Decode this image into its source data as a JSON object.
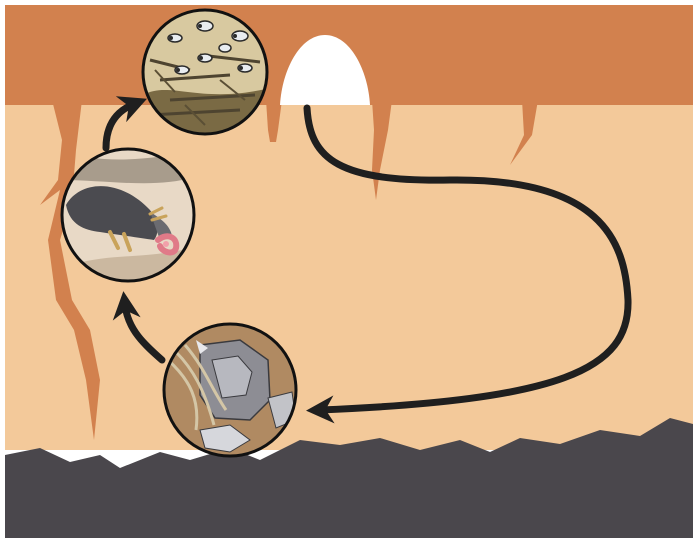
{
  "diagram": {
    "colors": {
      "topsoil": "#d2814e",
      "subsoil": "#f3c99a",
      "bedrock": "#4a474c",
      "roots": "#d2814e",
      "arrow": "#1f1f1f",
      "circle_border": "#111111",
      "entrance": "#ffffff"
    },
    "layers": [
      {
        "name": "topsoil"
      },
      {
        "name": "subsoil"
      },
      {
        "name": "bedrock"
      }
    ],
    "vignettes": [
      {
        "name": "insects-in-leaf-litter",
        "icon": "insect-larvae-in-soil"
      },
      {
        "name": "mole-eating-worm",
        "icon": "mole-with-earthworm"
      },
      {
        "name": "stones-and-roots",
        "icon": "rocks-and-roots"
      }
    ],
    "arrows": [
      {
        "from": "burrow-entrance",
        "to": "stones-and-roots",
        "style": "long-curve"
      },
      {
        "from": "stones-and-roots",
        "to": "mole-eating-worm",
        "style": "short-curve"
      },
      {
        "from": "mole-eating-worm",
        "to": "insects-in-leaf-litter",
        "style": "short-curve"
      }
    ]
  }
}
